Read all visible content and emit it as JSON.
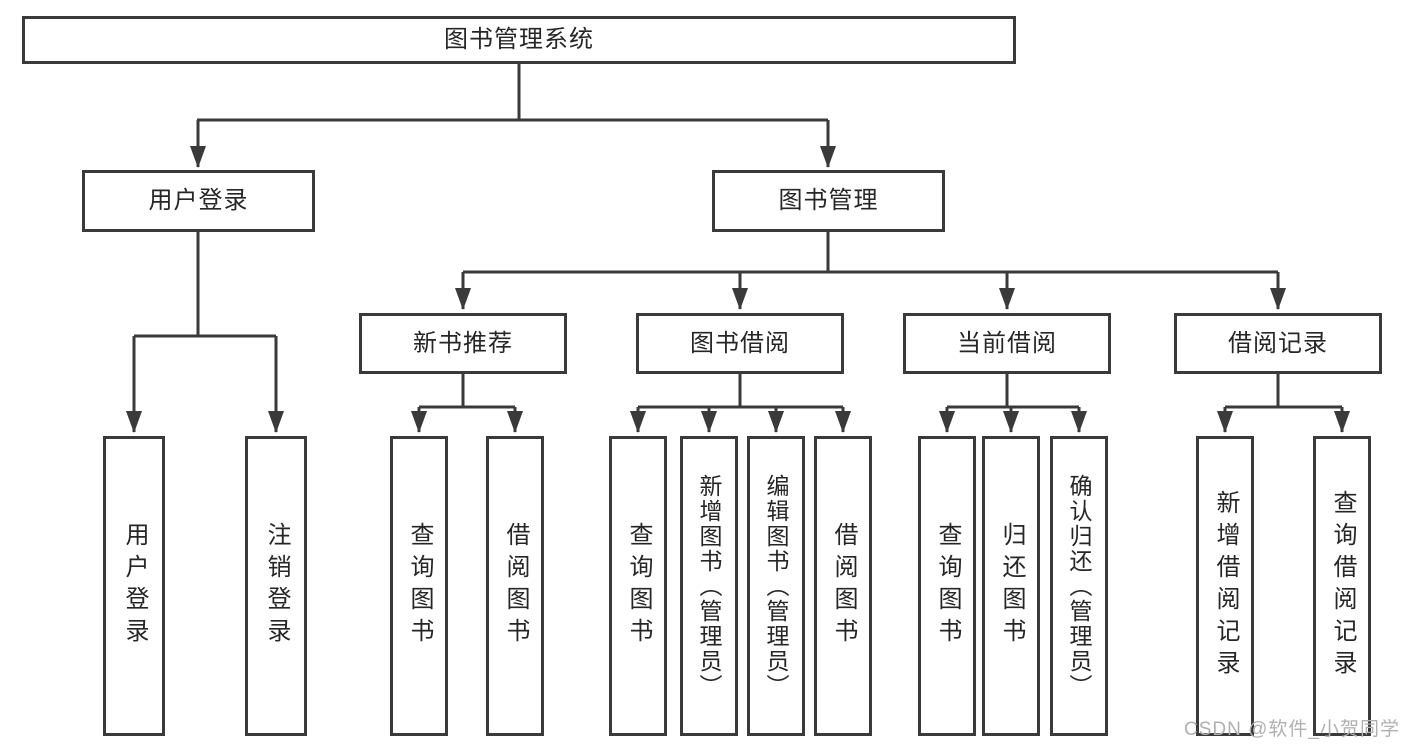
{
  "diagram": {
    "title_node": {
      "label": "图书管理系统"
    },
    "level2": [
      {
        "label": "用户登录"
      },
      {
        "label": "图书管理"
      }
    ],
    "level3": [
      {
        "label": "新书推荐"
      },
      {
        "label": "图书借阅"
      },
      {
        "label": "当前借阅"
      },
      {
        "label": "借阅记录"
      }
    ],
    "leaves": [
      {
        "label": "用户登录",
        "parent": "用户登录"
      },
      {
        "label": "注销登录",
        "parent": "用户登录"
      },
      {
        "label": "查询图书",
        "parent": "新书推荐"
      },
      {
        "label": "借阅图书",
        "parent": "新书推荐"
      },
      {
        "label": "查询图书",
        "parent": "图书借阅"
      },
      {
        "label": "新增图书（管理员）",
        "parent": "图书借阅"
      },
      {
        "label": "编辑图书（管理员）",
        "parent": "图书借阅"
      },
      {
        "label": "借阅图书",
        "parent": "图书借阅"
      },
      {
        "label": "查询图书",
        "parent": "当前借阅"
      },
      {
        "label": "归还图书",
        "parent": "当前借阅"
      },
      {
        "label": "确认归还（管理员）",
        "parent": "当前借阅"
      },
      {
        "label": "新增借阅记录",
        "parent": "借阅记录"
      },
      {
        "label": "查询借阅记录",
        "parent": "借阅记录"
      }
    ],
    "colors": {
      "line": "#3a3a3a",
      "box_border": "#3a3a3a",
      "text": "#262626",
      "watermark": "#b0b0b0",
      "background": "#ffffff"
    }
  },
  "watermark": {
    "text": "CSDN @软件_小贺同学"
  }
}
